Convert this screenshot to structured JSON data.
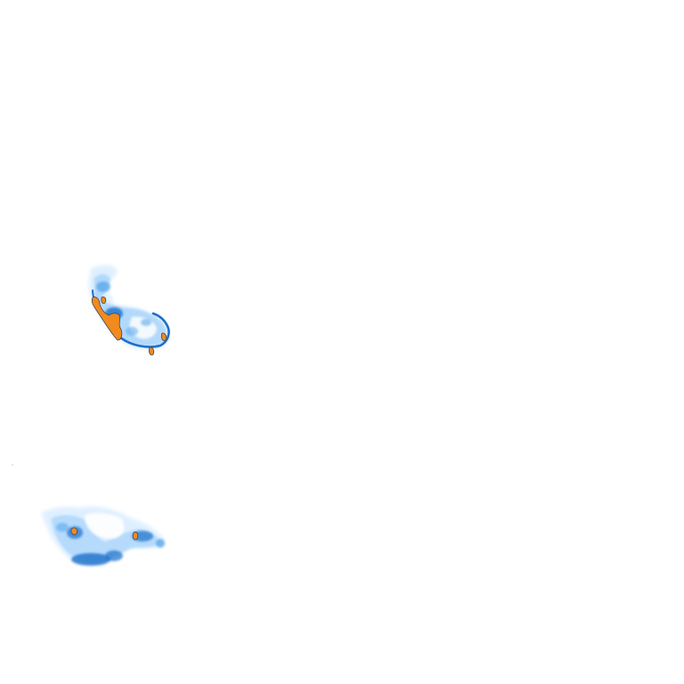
{
  "map": {
    "background_color": "#ffffff",
    "legend": null,
    "labels": [],
    "palette": {
      "very_light_blue": "#dbeeff",
      "light_blue": "#a8d4fb",
      "medium_blue": "#5aa9ec",
      "dark_blue": "#1f6fc9",
      "highlight_orange": "#f28a1e",
      "outline_dark": "#3a4a5a"
    },
    "features": [
      {
        "id": "north-cluster",
        "kind": "shaded-region-with-highlights",
        "highlight_count": 4
      },
      {
        "id": "south-cluster",
        "kind": "shaded-region-with-highlights",
        "highlight_count": 2
      }
    ]
  }
}
